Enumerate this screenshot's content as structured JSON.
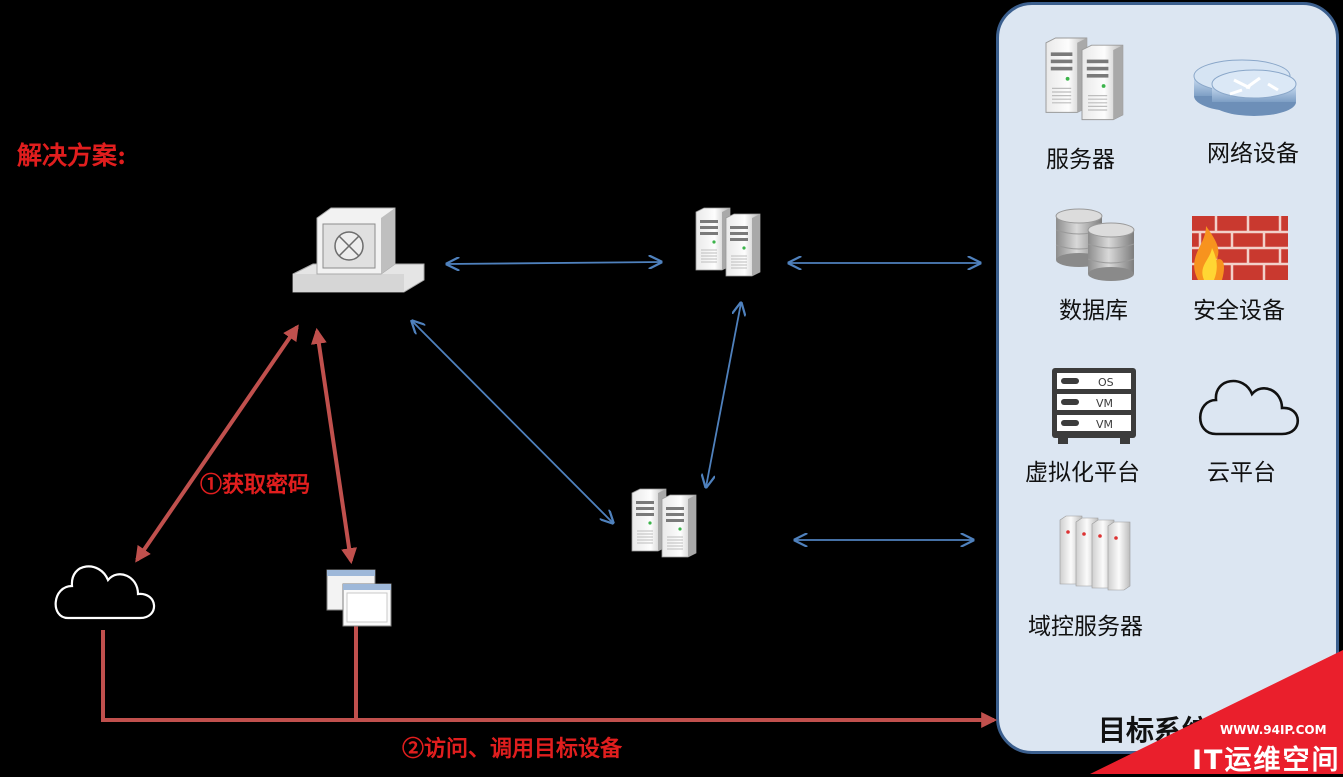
{
  "solution_title": "解决方案:",
  "steps": {
    "get_password": "①获取密码",
    "access_target": "②访问、调用目标设备"
  },
  "target_panel": {
    "title": "目标系统",
    "items": [
      {
        "icon": "server-icon",
        "label": "服务器"
      },
      {
        "icon": "router-icon",
        "label": "网络设备"
      },
      {
        "icon": "database-icon",
        "label": "数据库"
      },
      {
        "icon": "firewall-icon",
        "label": "安全设备"
      },
      {
        "icon": "virtualization-icon",
        "label": "虚拟化平台"
      },
      {
        "icon": "cloud-icon",
        "label": "云平台"
      },
      {
        "icon": "blade-server-icon",
        "label": "域控服务器"
      }
    ],
    "vm_rack_labels": [
      "OS",
      "VM",
      "VM"
    ]
  },
  "watermark": {
    "url": "WWW.94IP.COM",
    "name": "IT运维空间"
  },
  "colors": {
    "background": "#000000",
    "blue_connector": "#4f81bd",
    "red_connector": "#c0504d",
    "red_text": "#e01e1e",
    "panel_fill": "#dce6f2",
    "panel_border": "#3b5f8e",
    "watermark_bg": "#ea1f2c"
  }
}
